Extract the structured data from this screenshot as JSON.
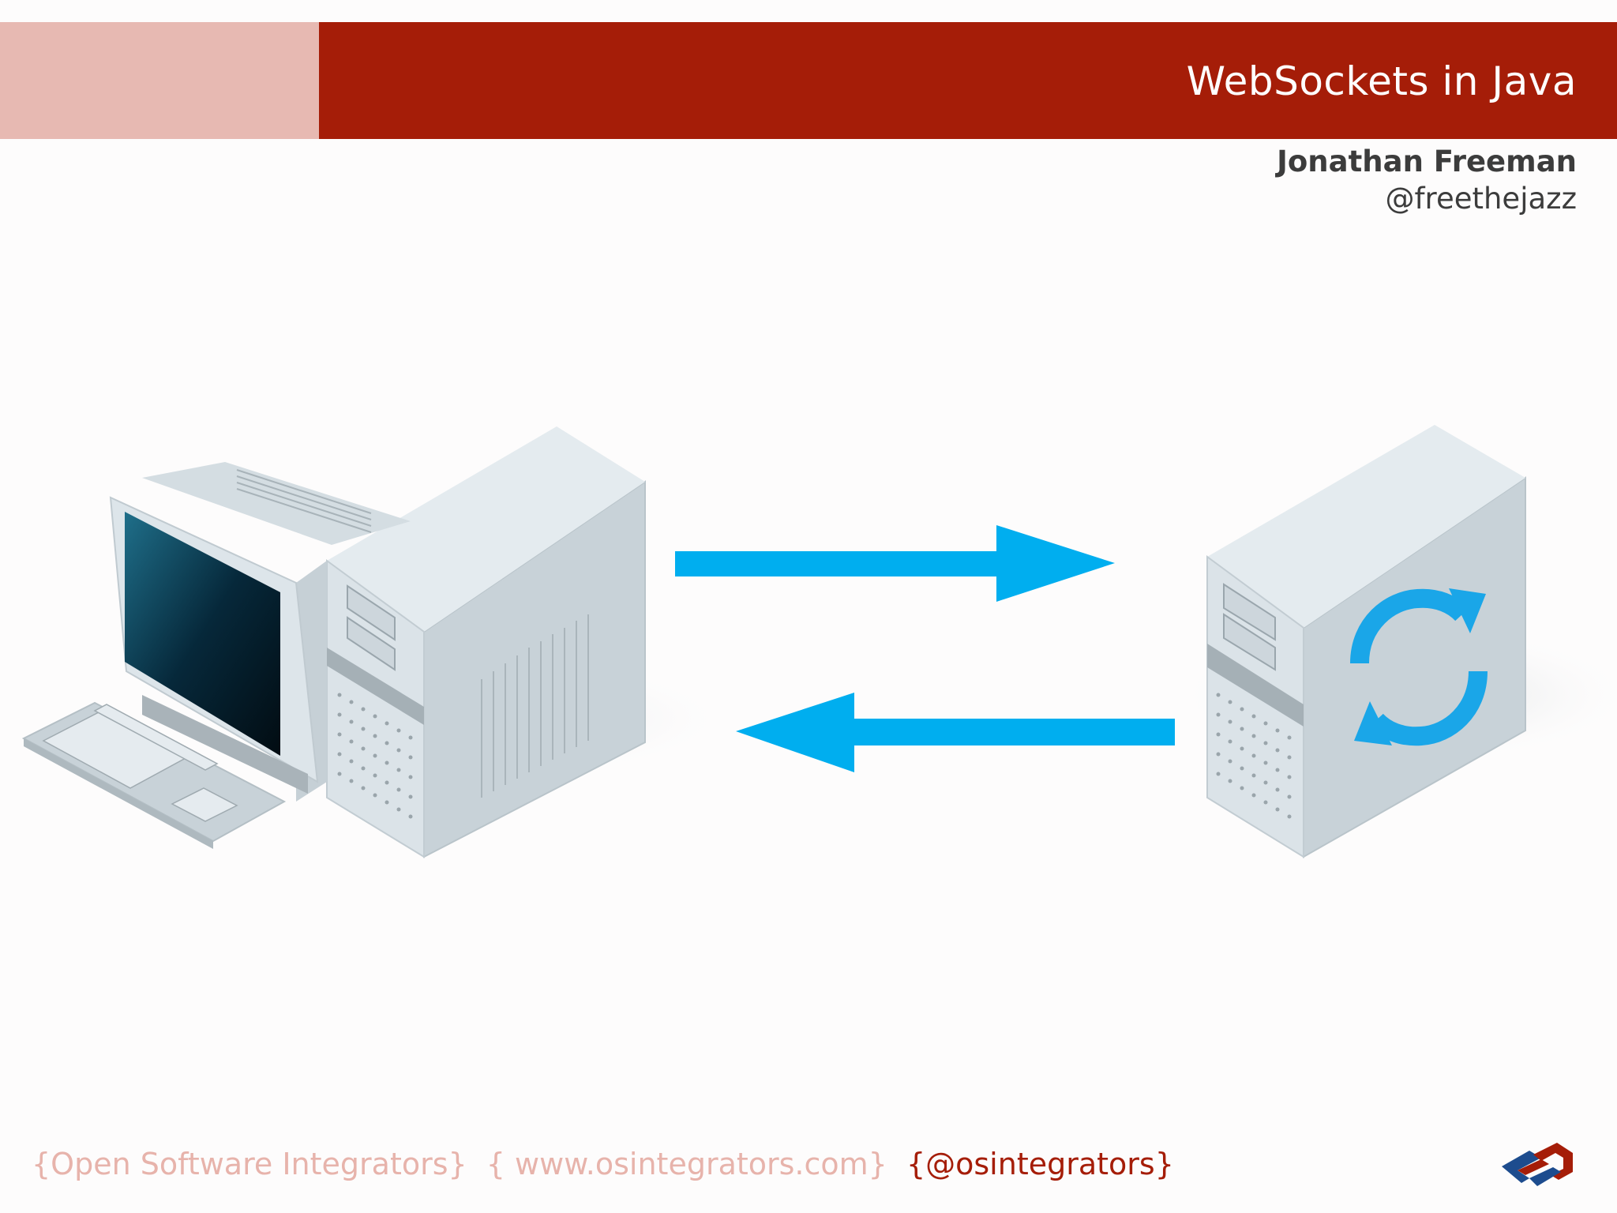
{
  "header": {
    "title": "WebSockets in Java"
  },
  "author": {
    "name": "Jonathan Freeman",
    "handle": "@freethejazz"
  },
  "diagram": {
    "nodes": [
      {
        "id": "client",
        "icon": "desktop-computer-icon"
      },
      {
        "id": "server",
        "icon": "server-sync-icon"
      }
    ],
    "edges": [
      {
        "from": "client",
        "to": "server",
        "direction": "right"
      },
      {
        "from": "server",
        "to": "client",
        "direction": "left"
      }
    ],
    "colors": {
      "arrow": "#00aeef",
      "device": "#d4dde3",
      "screen": "#0b3f55",
      "sync_icon": "#1aa6e8"
    }
  },
  "footer": {
    "org": "{Open Software Integrators}",
    "website": "{ www.osintegrators.com}",
    "twitter": "{@osintegrators}"
  },
  "colors": {
    "header_dark": "#a51d08",
    "header_light": "#e7b9b2"
  }
}
